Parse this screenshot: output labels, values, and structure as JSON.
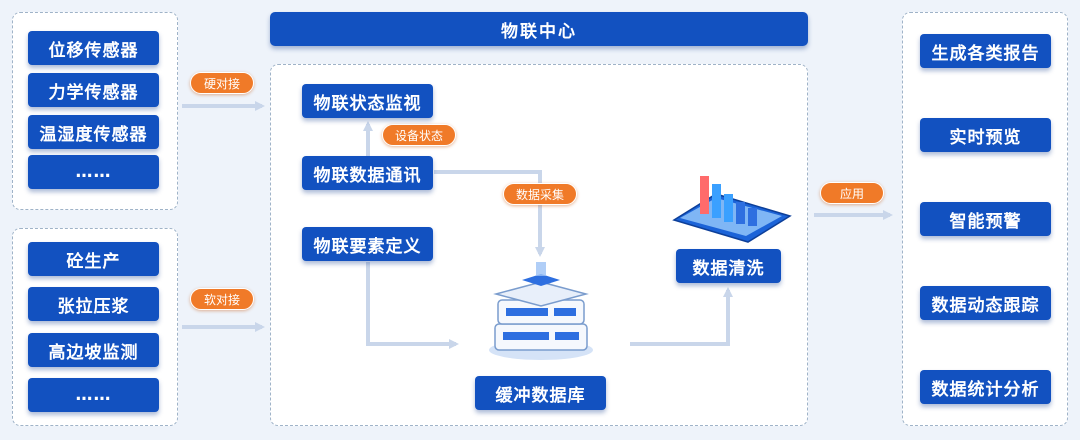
{
  "header": {
    "title": "物联中心"
  },
  "inputs": {
    "sensors": [
      "位移传感器",
      "力学传感器",
      "温湿度传感器",
      "……"
    ],
    "systems": [
      "砼生产",
      "张拉压浆",
      "高边坡监测",
      "……"
    ]
  },
  "connectors": {
    "hard": "硬对接",
    "soft": "软对接",
    "device_status": "设备状态",
    "data_collection": "数据采集",
    "apply": "应用"
  },
  "center": {
    "monitor": "物联状态监视",
    "comm": "物联数据通讯",
    "define": "物联要素定义",
    "buffer_db": "缓冲数据库",
    "cleaning": "数据清洗"
  },
  "outputs": [
    "生成各类报告",
    "实时预览",
    "智能预警",
    "数据动态跟踪",
    "数据统计分析"
  ],
  "colors": {
    "box_blue": "#1251c0",
    "tag_orange": "#f07a28",
    "arrow_light": "#c9d6ea",
    "panel_border": "#9fb3c8"
  }
}
